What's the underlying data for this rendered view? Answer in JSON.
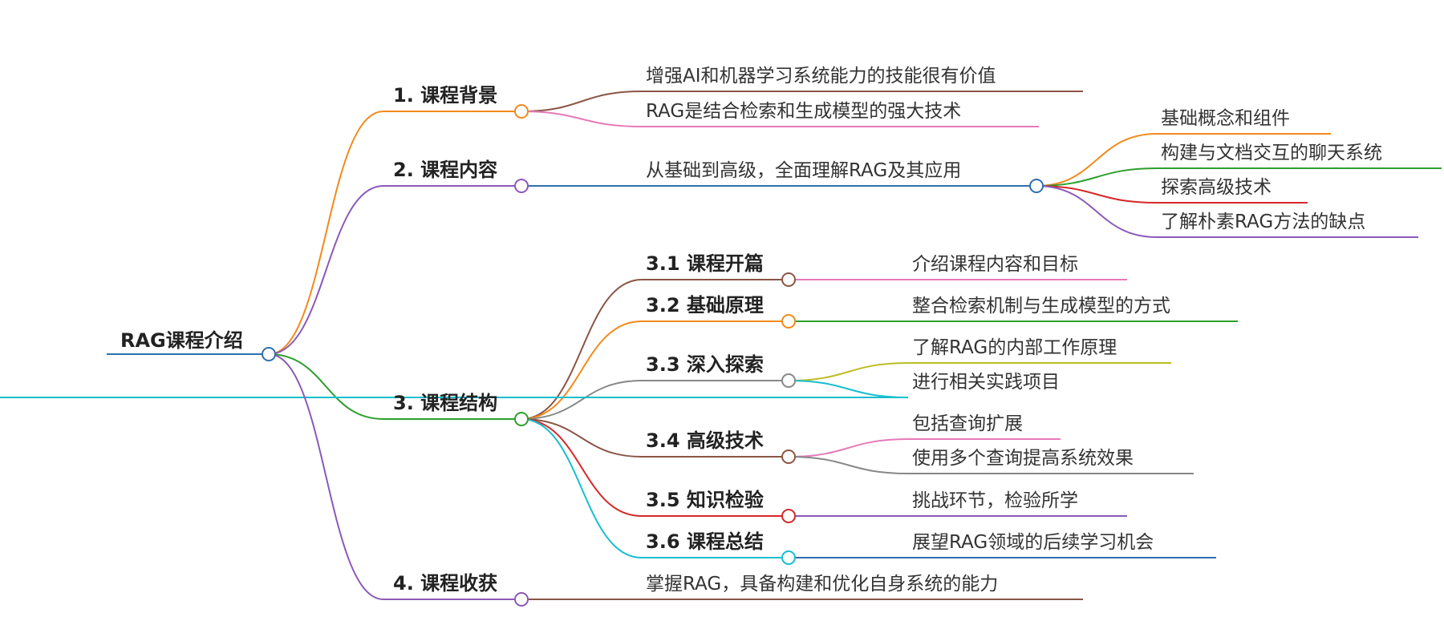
{
  "root": {
    "label": "RAG课程介绍",
    "color": "#2f6fb0"
  },
  "branches": [
    {
      "label": "1. 课程背景",
      "color": "#f28a1c",
      "children": [
        {
          "label": "增强AI和机器学习系统能力的技能很有价值",
          "color": "#8a5545"
        },
        {
          "label": "RAG是结合检索和生成模型的强大技术",
          "color": "#e57ab8"
        }
      ]
    },
    {
      "label": "2. 课程内容",
      "color": "#8b59b8",
      "children": [
        {
          "label": "从基础到高级，全面理解RAG及其应用",
          "color": "#2f6fb0",
          "children": [
            {
              "label": "基础概念和组件",
              "color": "#f28a1c"
            },
            {
              "label": "构建与文档交互的聊天系统",
              "color": "#2ca02c"
            },
            {
              "label": "探索高级技术",
              "color": "#d62728"
            },
            {
              "label": "了解朴素RAG方法的缺点",
              "color": "#8b59b8"
            }
          ]
        }
      ]
    },
    {
      "label": "3. 课程结构",
      "color": "#2ca02c",
      "children": [
        {
          "label": "3.1 课程开篇",
          "color": "#8a5545",
          "children": [
            {
              "label": "介绍课程内容和目标",
              "color": "#e57ab8"
            }
          ]
        },
        {
          "label": "3.2 基础原理",
          "color": "#f28a1c",
          "children": [
            {
              "label": "整合检索机制与生成模型的方式",
              "color": "#2ca02c"
            }
          ]
        },
        {
          "label": "3.3 深入探索",
          "color": "#888888",
          "children": [
            {
              "label": "了解RAG的内部工作原理",
              "color": "#bcbd22"
            },
            {
              "label": "进行相关实践项目",
              "color": "#17becf"
            }
          ]
        },
        {
          "label": "3.4 高级技术",
          "color": "#8a5545",
          "children": [
            {
              "label": "包括查询扩展",
              "color": "#e57ab8"
            },
            {
              "label": "使用多个查询提高系统效果",
              "color": "#888888"
            }
          ]
        },
        {
          "label": "3.5 知识检验",
          "color": "#d62728",
          "children": [
            {
              "label": "挑战环节，检验所学",
              "color": "#8b59b8"
            }
          ]
        },
        {
          "label": "3.6 课程总结",
          "color": "#17becf",
          "children": [
            {
              "label": "展望RAG领域的后续学习机会",
              "color": "#2f6fb0"
            }
          ]
        }
      ]
    },
    {
      "label": "4. 课程收获",
      "color": "#8b59b8",
      "children": [
        {
          "label": "掌握RAG，具备构建和优化自身系统的能力",
          "color": "#8a5545"
        }
      ]
    }
  ]
}
